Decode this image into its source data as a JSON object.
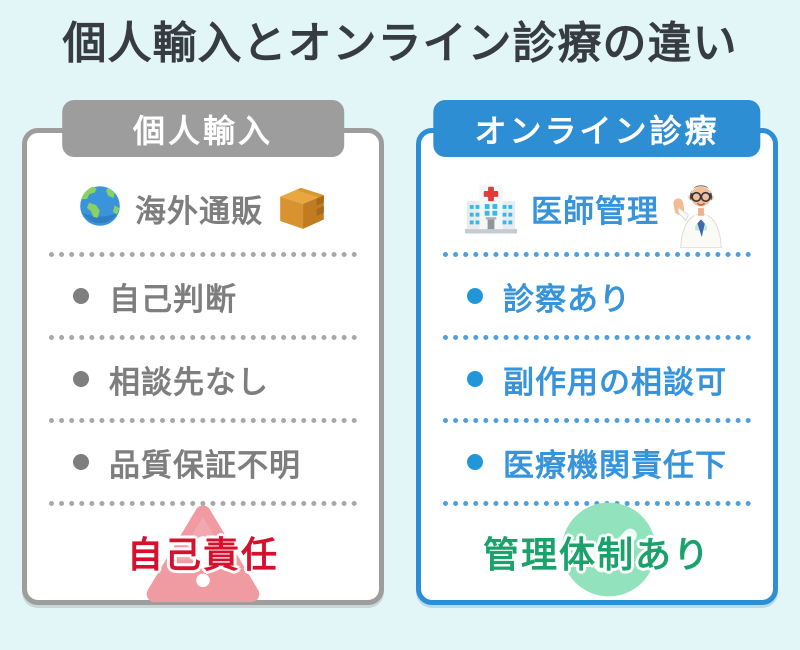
{
  "page": {
    "title": "個人輸入とオンライン診療の違い"
  },
  "colors": {
    "background": "#e2f6f7",
    "title_text": "#373c42",
    "left_accent": "#9d9d9d",
    "left_text": "#7e7e7e",
    "right_accent": "#2e8ed4",
    "right_text": "#3794db",
    "warning_red": "#d5112e",
    "warning_triangle_pink": "#f09aa2",
    "safe_green": "#19a26b",
    "check_circle_mint": "#92e3bd"
  },
  "left_card": {
    "badge": "個人輸入",
    "header_label": "海外通販",
    "header_icons": [
      "globe-icon",
      "package-icon"
    ],
    "items": [
      "自己判断",
      "相談先なし",
      "品質保証不明"
    ],
    "footer": "自己責任",
    "footer_icon": "warning-triangle-icon"
  },
  "right_card": {
    "badge": "オンライン診療",
    "header_label": "医師管理",
    "header_icons": [
      "hospital-icon",
      "doctor-icon"
    ],
    "items": [
      "診察あり",
      "副作用の相談可",
      "医療機関責任下"
    ],
    "footer": "管理体制あり",
    "footer_icon": "check-circle-icon"
  }
}
